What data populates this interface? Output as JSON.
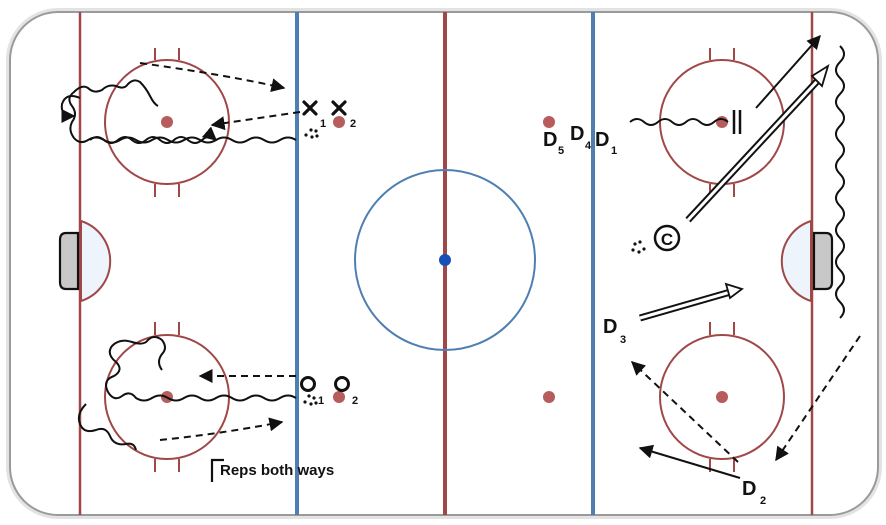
{
  "colors": {
    "ice": "#ffffff",
    "board": "#cfcfcf",
    "red": "#a04848",
    "blue": "#4f7fb2",
    "dot": "#b65c5c",
    "centerDot": "#1a4fb5",
    "crease": "#eef4fb",
    "ink": "#111111"
  },
  "labels": {
    "x1_sub": "1",
    "x2_sub": "2",
    "o1_sub": "1",
    "o2_sub": "2",
    "d5": "D",
    "d5_sub": "5",
    "d4": "D",
    "d4_sub": "4",
    "d1": "D",
    "d1_sub": "1",
    "d3": "D",
    "d3_sub": "3",
    "d2": "D",
    "d2_sub": "2",
    "coach": "C",
    "reps_note": "Reps both ways"
  },
  "icons": {
    "x_player": "cross-icon",
    "o_player": "circle-icon",
    "coach": "circled-c-icon",
    "puck": "puck-pile-icon"
  }
}
